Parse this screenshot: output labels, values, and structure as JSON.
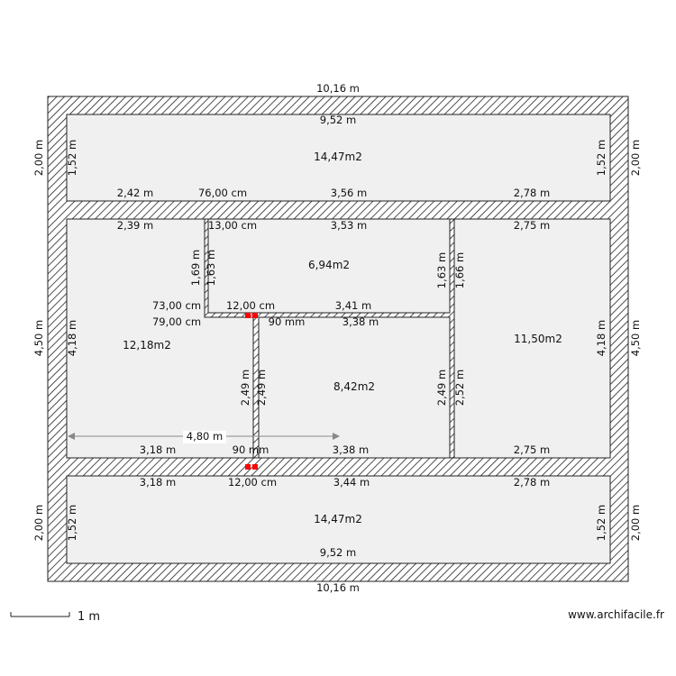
{
  "plan": {
    "labels": [
      "10,16 m",
      "9,52 m",
      "14,47m2",
      "2,00 m",
      "1,52 m",
      "1,52 m",
      "2,00 m",
      "2,42 m",
      "76,00 cm",
      "3,56 m",
      "2,78 m",
      "2,39 m",
      "13,00 cm",
      "3,53 m",
      "2,75 m",
      "6,94m2",
      "1,69 m",
      "1,63 m",
      "1,63 m",
      "1,66 m",
      "73,00 cm",
      "12,00 cm",
      "3,41 m",
      "79,00 cm",
      "90 mm",
      "3,38 m",
      "12,18m2",
      "11,50m2",
      "8,42m2",
      "4,50 m",
      "4,18 m",
      "4,18 m",
      "4,50 m",
      "2,49 m",
      "2,49 m",
      "2,49 m",
      "2,52 m",
      "4,80 m",
      "3,18 m",
      "90 mm",
      "3,38 m",
      "2,75 m",
      "3,18 m",
      "12,00 cm",
      "3,44 m",
      "2,78 m",
      "14,47m2",
      "9,52 m",
      "10,16 m",
      "2,00 m",
      "1,52 m",
      "1,52 m",
      "2,00 m"
    ],
    "colors": {
      "wall": "#222222",
      "room_fill": "#f0f0f0",
      "marker": "#ff0000",
      "dimension_arrow": "#888888"
    }
  },
  "scale": {
    "label": "1 m"
  },
  "brand": {
    "text": "www.archifacile.fr"
  }
}
